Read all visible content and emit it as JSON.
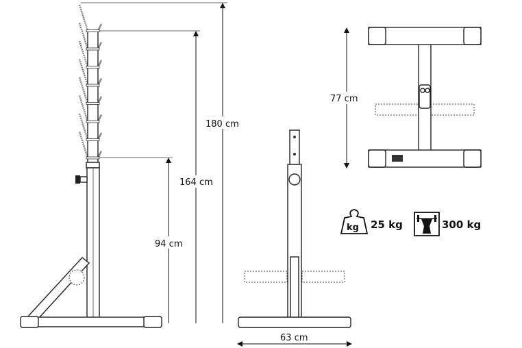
{
  "dimensions": {
    "total_height": "180 cm",
    "max_hook_height": "164 cm",
    "min_hook_height": "94 cm",
    "base_width": "63 cm",
    "base_depth": "77 cm"
  },
  "specs": {
    "weight_icon_label": "kg",
    "weight": "25 kg",
    "max_load": "300 kg"
  },
  "icons": [
    "weight-icon",
    "weightlifter-icon"
  ]
}
